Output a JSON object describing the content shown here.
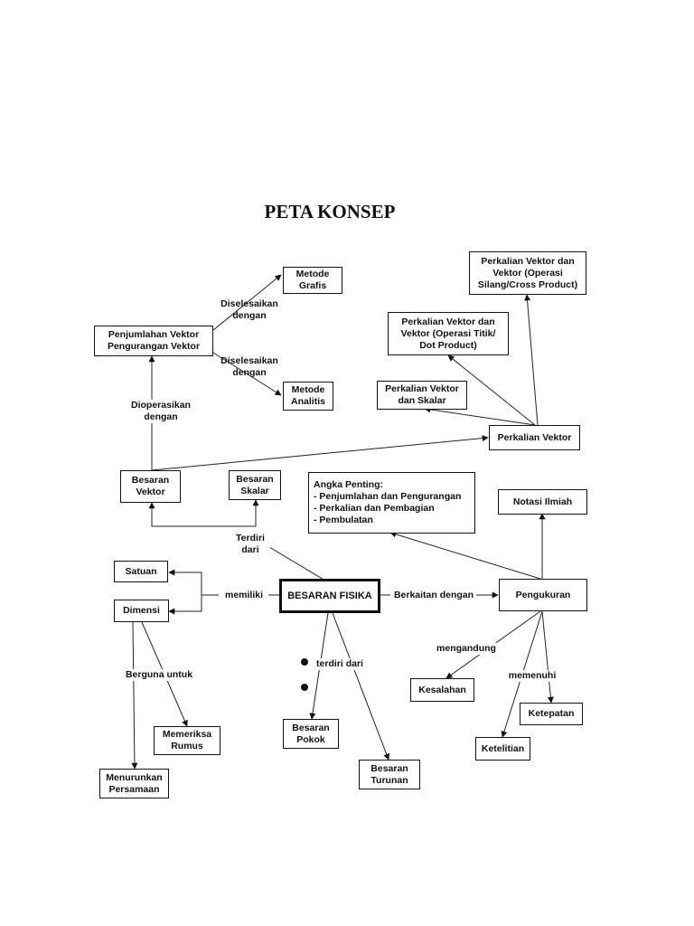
{
  "title": "PETA KONSEP",
  "nodes": {
    "besaran_fisika": "BESARAN FISIKA",
    "metode_grafis": [
      "Metode",
      "Grafis"
    ],
    "metode_analitis": [
      "Metode",
      "Analitis"
    ],
    "penjumlahan": [
      "Penjumlahan Vektor",
      "Pengurangan Vektor"
    ],
    "perkalian_silang": [
      "Perkalian Vektor dan",
      "Vektor (Operasi",
      "Silang/Cross Product)"
    ],
    "perkalian_titik": [
      "Perkalian Vektor dan",
      "Vektor (Operasi Titik/",
      "Dot Product)"
    ],
    "perkalian_skalar": [
      "Perkalian Vektor",
      "dan Skalar"
    ],
    "perkalian_vektor": "Perkalian Vektor",
    "besaran_vektor": [
      "Besaran",
      "Vektor"
    ],
    "besaran_skalar": [
      "Besaran",
      "Skalar"
    ],
    "angka_penting": [
      "Angka Penting:",
      "- Penjumlahan dan Pengurangan",
      "- Perkalian dan Pembagian",
      "- Pembulatan"
    ],
    "notasi_ilmiah": "Notasi Ilmiah",
    "satuan": "Satuan",
    "dimensi": "Dimensi",
    "pengukuran": "Pengukuran",
    "kesalahan": "Kesalahan",
    "ketepatan": "Ketepatan",
    "ketelitian": "Ketelitian",
    "memeriksa_rumus": [
      "Memeriksa",
      "Rumus"
    ],
    "menurunkan_persamaan": [
      "Menurunkan",
      "Persamaan"
    ],
    "besaran_pokok": [
      "Besaran",
      "Pokok"
    ],
    "besaran_turunan": [
      "Besaran",
      "Turunan"
    ]
  },
  "links": {
    "diselesaikan_1": [
      "Diselesaikan",
      "dengan"
    ],
    "diselesaikan_2": [
      "Diselesaikan",
      "dengan"
    ],
    "dioperasikan": [
      "Dioperasikan",
      "dengan"
    ],
    "terdiri_dari": [
      "Terdiri",
      "dari"
    ],
    "memiliki": "memiliki",
    "berkaitan": "Berkaitan dengan",
    "berguna": "Berguna untuk",
    "terdiri_dari_2": "terdiri dari",
    "mengandung": "mengandung",
    "memenuhi": "memenuhi"
  }
}
